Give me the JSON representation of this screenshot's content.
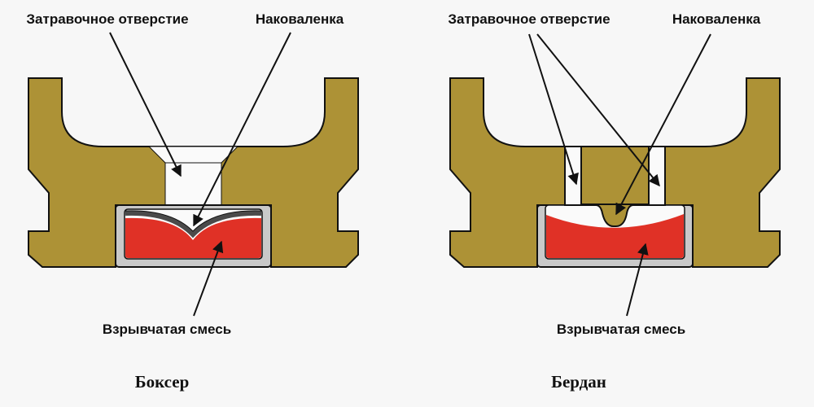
{
  "colors": {
    "brass": "#ad9236",
    "explosive": "#e03126",
    "cup": "#c9c9c9",
    "anvil": "#4a4a4a",
    "background": "#f7f7f7"
  },
  "boxer": {
    "title": "Боксер",
    "label_flash_hole": "Затравочное отверстие",
    "label_anvil": "Наковаленка",
    "label_explosive": "Взрывчатая смесь"
  },
  "berdan": {
    "title": "Бердан",
    "label_flash_hole": "Затравочное отверстие",
    "label_anvil": "Наковаленка",
    "label_explosive": "Взрывчатая смесь"
  }
}
